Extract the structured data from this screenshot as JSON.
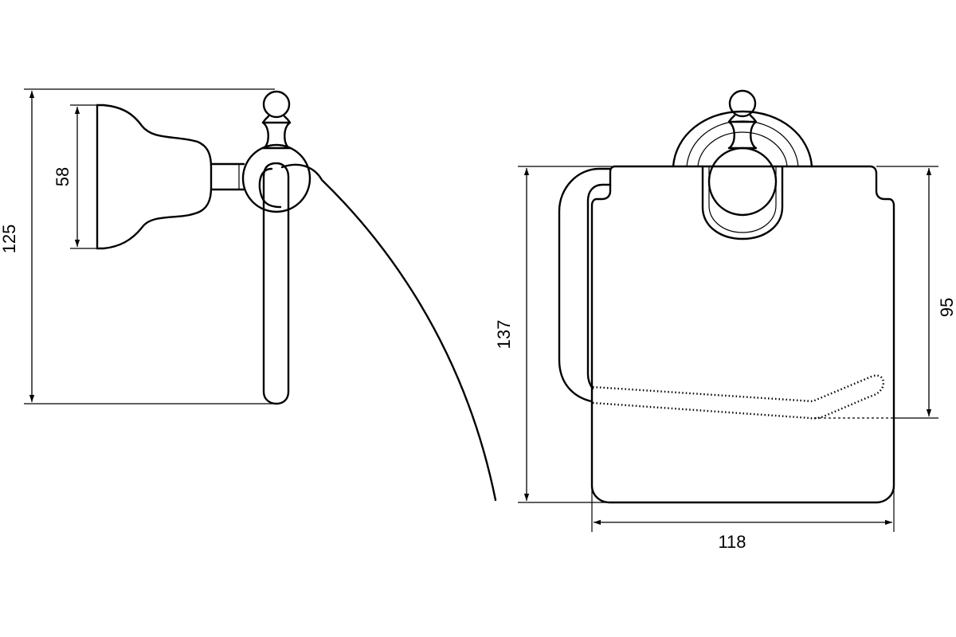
{
  "drawing": {
    "dimensions": {
      "side_total_height": "125",
      "side_base_height": "58",
      "front_total_height": "137",
      "front_cover_height": "95",
      "front_width": "118"
    }
  }
}
